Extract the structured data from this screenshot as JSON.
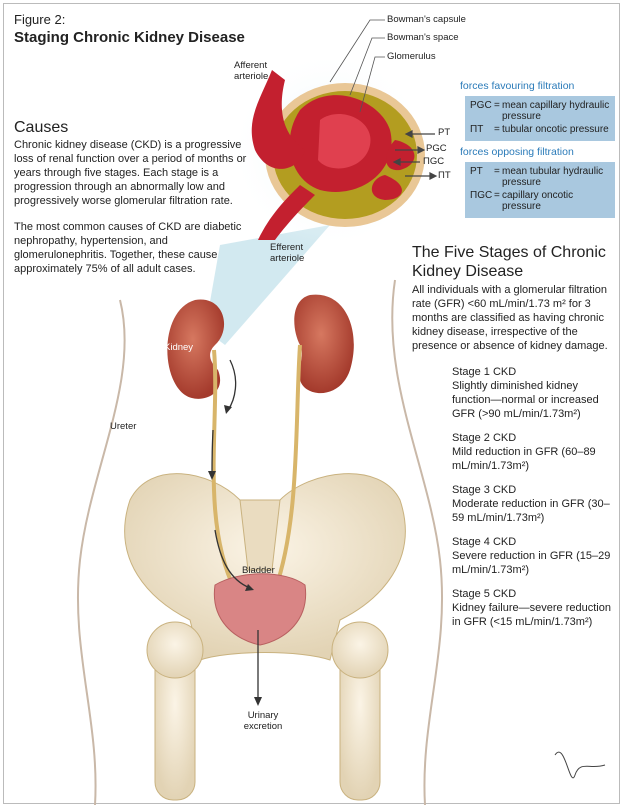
{
  "figure_label": "Figure 2:",
  "title": "Staging Chronic Kidney Disease",
  "glomerulus_labels": {
    "bowmans_capsule": "Bowman's capsule",
    "bowmans_space": "Bowman's space",
    "glomerulus": "Glomerulus",
    "afferent": "Afferent arteriole",
    "efferent": "Efferent arteriole",
    "pt": "PT",
    "pgc": "PGC",
    "pigc": "ΠGC",
    "pit": "ΠT"
  },
  "favouring": {
    "heading": "forces favouring filtration",
    "rows": [
      {
        "sym": "PGC",
        "eq": "=",
        "def": "mean capillary hydraulic pressure"
      },
      {
        "sym": "ΠT",
        "eq": "=",
        "def": "tubular oncotic pressure"
      }
    ]
  },
  "opposing": {
    "heading": "forces opposing filtration",
    "rows": [
      {
        "sym": "PT",
        "eq": "=",
        "def": "mean tubular hydraulic pressure"
      },
      {
        "sym": "ΠGC",
        "eq": "=",
        "def": "capillary oncotic pressure"
      }
    ]
  },
  "causes": {
    "heading": "Causes",
    "p1": "Chronic kidney disease (CKD) is a progressive loss of renal function over a period of months or years through five stages. Each stage is a progression through an abnormally low and progressively worse glomerular filtration rate.",
    "p2": "The most common causes of CKD are diabetic nephropathy, hypertension, and glomerulonephritis. Together, these cause approximately 75% of all adult cases."
  },
  "stages": {
    "heading": "The Five Stages of Chronic Kidney Disease",
    "intro": "All individuals with a glomerular filtration rate (GFR) <60 mL/min/1.73 m² for 3 months are classified as having chronic kidney disease, irrespective of the presence or absence of kidney damage.",
    "items": [
      {
        "name": "Stage 1 CKD",
        "desc": "Slightly diminished kidney function—normal or increased GFR (>90 mL/min/1.73m²)"
      },
      {
        "name": "Stage 2 CKD",
        "desc": "Mild reduction in GFR (60–89 mL/min/1.73m²)"
      },
      {
        "name": "Stage 3 CKD",
        "desc": "Moderate reduction in GFR (30–59 mL/min/1.73m²)"
      },
      {
        "name": "Stage 4 CKD",
        "desc": "Severe reduction in GFR (15–29 mL/min/1.73m²)"
      },
      {
        "name": "Stage 5 CKD",
        "desc": "Kidney failure—severe reduction in GFR (<15 mL/min/1.73m²)"
      }
    ]
  },
  "anatomy_labels": {
    "kidney": "Kidney",
    "ureter": "Ureter",
    "bladder": "Bladder",
    "urinary": "Urinary excretion"
  },
  "signature": "Hossein"
}
